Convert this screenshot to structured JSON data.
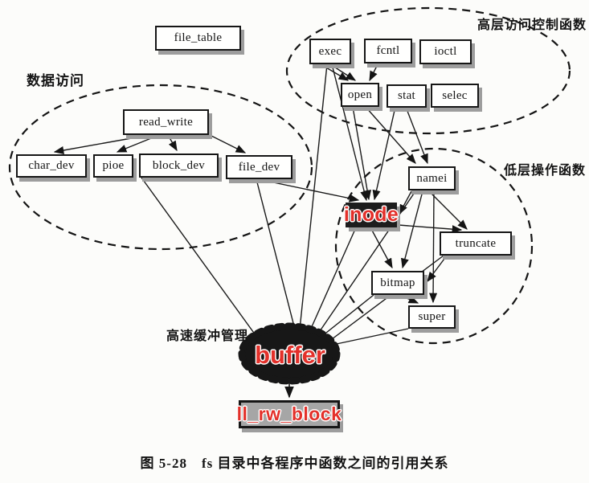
{
  "figure": {
    "caption": "图 5-28　fs 目录中各程序中函数之间的引用关系"
  },
  "regions": {
    "data_access": {
      "label": "数据访问"
    },
    "high_level_control": {
      "label": "高层访问控制函数"
    },
    "low_level_ops": {
      "label": "低层操作函数"
    },
    "buffer_cache": {
      "label": "高速缓冲管理"
    }
  },
  "nodes": {
    "file_table": {
      "label": "file_table"
    },
    "read_write": {
      "label": "read_write"
    },
    "char_dev": {
      "label": "char_dev"
    },
    "pioe": {
      "label": "pioe"
    },
    "block_dev": {
      "label": "block_dev"
    },
    "file_dev": {
      "label": "file_dev"
    },
    "exec": {
      "label": "exec"
    },
    "fcntl": {
      "label": "fcntl"
    },
    "ioctl": {
      "label": "ioctl"
    },
    "open": {
      "label": "open"
    },
    "stat": {
      "label": "stat"
    },
    "selec": {
      "label": "selec"
    },
    "namei": {
      "label": "namei"
    },
    "inode": {
      "label": "inode"
    },
    "truncate": {
      "label": "truncate"
    },
    "bitmap": {
      "label": "bitmap"
    },
    "super": {
      "label": "super"
    },
    "buffer": {
      "label": "buffer"
    },
    "ll_rw_block": {
      "label": "ll_rw_block"
    }
  },
  "edges": [
    {
      "from": "read_write",
      "to": "char_dev"
    },
    {
      "from": "read_write",
      "to": "pioe"
    },
    {
      "from": "read_write",
      "to": "block_dev"
    },
    {
      "from": "read_write",
      "to": "file_dev"
    },
    {
      "from": "exec",
      "to": "open",
      "double": true
    },
    {
      "from": "fcntl",
      "to": "open"
    },
    {
      "from": "exec",
      "to": "inode"
    },
    {
      "from": "exec",
      "to": "buffer"
    },
    {
      "from": "open",
      "to": "inode"
    },
    {
      "from": "open",
      "to": "namei"
    },
    {
      "from": "stat",
      "to": "inode"
    },
    {
      "from": "stat",
      "to": "namei"
    },
    {
      "from": "file_dev",
      "to": "inode"
    },
    {
      "from": "file_dev",
      "to": "buffer"
    },
    {
      "from": "block_dev",
      "to": "buffer"
    },
    {
      "from": "namei",
      "to": "inode"
    },
    {
      "from": "namei",
      "to": "bitmap"
    },
    {
      "from": "namei",
      "to": "super"
    },
    {
      "from": "namei",
      "to": "truncate"
    },
    {
      "from": "namei",
      "to": "buffer"
    },
    {
      "from": "inode",
      "to": "truncate"
    },
    {
      "from": "inode",
      "to": "bitmap"
    },
    {
      "from": "inode",
      "to": "buffer"
    },
    {
      "from": "truncate",
      "to": "bitmap"
    },
    {
      "from": "truncate",
      "to": "buffer"
    },
    {
      "from": "bitmap",
      "to": "super"
    },
    {
      "from": "bitmap",
      "to": "buffer"
    },
    {
      "from": "super",
      "to": "buffer"
    },
    {
      "from": "buffer",
      "to": "ll_rw_block"
    }
  ],
  "colors": {
    "highlight_text": "#e3302a",
    "node_border": "#161616",
    "node_shadow": "#9d9d9d",
    "buffer_fill": "#171717",
    "ll_rw_block_fill": "#a6a6a6",
    "background": "#fcfcfa"
  }
}
